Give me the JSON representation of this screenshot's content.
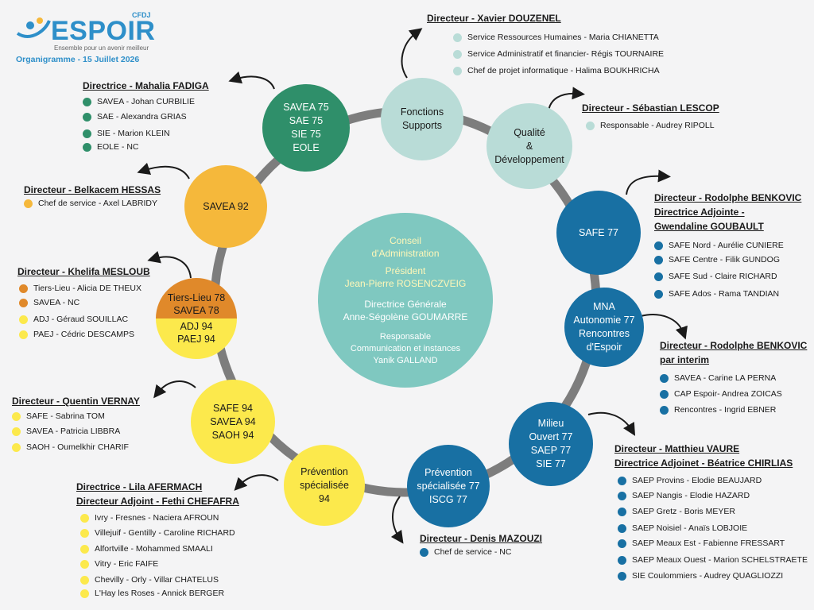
{
  "logo": {
    "cfdj": "CFDJ",
    "word": "ESPOIR",
    "tagline": "Ensemble pour un avenir meilleur"
  },
  "date": "Organigramme - 15 Juillet 2026",
  "center": {
    "line1": "Conseil",
    "line2": "d'Administration",
    "line3": "Président",
    "line4": "Jean-Pierre ROSENCZVEIG",
    "line5": "Directrice Générale",
    "line6": "Anne-Ségolène GOUMARRE",
    "line7": "Responsable",
    "line8": "Communication et  instances",
    "line9": "Yanik GALLAND"
  },
  "circles": {
    "supports": [
      "Fonctions",
      "Supports"
    ],
    "qualite": [
      "Qualité",
      "&",
      "Développement"
    ],
    "safe77": [
      "SAFE 77"
    ],
    "mna": [
      "MNA",
      "Autonomie 77",
      "Rencontres",
      "d'Espoir"
    ],
    "milieu": [
      "Milieu",
      "Ouvert 77",
      "SAEP 77",
      "SIE 77"
    ],
    "prev77": [
      "Prévention",
      "spécialisée 77",
      "ISCG 77"
    ],
    "prev94": [
      "Prévention",
      "spécialisée",
      "94"
    ],
    "safe94": [
      "SAFE 94",
      "SAVEA 94",
      "SAOH 94"
    ],
    "tiers": {
      "top": [
        "Tiers-Lieu 78",
        "SAVEA 78"
      ],
      "bottom": [
        "ADJ 94",
        "PAEJ 94"
      ]
    },
    "savea92": [
      "SAVEA 92"
    ],
    "savea75": [
      "SAVEA 75",
      "SAE 75",
      "SIE 75",
      "EOLE"
    ]
  },
  "groups": {
    "douzenel": {
      "head": "Directeur - Xavier DOUZENEL",
      "items": [
        "Service Ressources Humaines - Maria CHIANETTA",
        "Service Administratif et financier- Régis TOURNAIRE",
        "Chef de projet informatique - Halima BOUKHRICHA"
      ]
    },
    "lescop": {
      "head": "Directeur - Sébastian LESCOP",
      "items": [
        "Responsable - Audrey RIPOLL"
      ]
    },
    "benkovic": {
      "head1": "Directeur - Rodolphe BENKOVIC",
      "head2": "Directrice Adjointe -",
      "head3": "Gwendaline GOUBAULT",
      "items": [
        "SAFE Nord - Aurélie CUNIERE",
        "SAFE Centre - Filik GUNDOG",
        "SAFE Sud - Claire RICHARD",
        "SAFE Ados - Rama TANDIAN"
      ]
    },
    "benkovic2": {
      "head1": "Directeur - Rodolphe BENKOVIC",
      "head2": "par interim",
      "items": [
        "SAVEA - Carine LA PERNA",
        "CAP Espoir- Andrea ZOICAS",
        "Rencontres - Ingrid EBNER"
      ]
    },
    "vaure": {
      "head1": "Directeur - Matthieu VAURE",
      "head2": "Directrice Adjoinet - Béatrice CHIRLIAS",
      "items": [
        "SAEP Provins - Elodie BEAUJARD",
        "SAEP Nangis - Elodie HAZARD",
        "SAEP Gretz - Boris MEYER",
        "SAEP Noisiel - Anaïs LOBJOIE",
        "SAEP Meaux Est - Fabienne FRESSART",
        "SAEP Meaux Ouest - Marion SCHELSTRAETE",
        "SIE Coulommiers - Audrey QUAGLIOZZI"
      ]
    },
    "mazouzi": {
      "head": "Directeur - Denis MAZOUZI",
      "items": [
        "Chef de service - NC"
      ]
    },
    "afermach": {
      "head1": "Directrice  - Lila AFERMACH",
      "head2": "Directeur Adjoint - Fethi CHEFAFRA",
      "items": [
        "Ivry - Fresnes - Naciera AFROUN",
        "Villejuif - Gentilly - Caroline RICHARD",
        "Alfortville - Mohammed SMAALI",
        "Vitry - Eric FAIFE",
        "Chevilly - Orly - Villar CHATELUS",
        "L'Hay les Roses - Annick BERGER"
      ]
    },
    "vernay": {
      "head": "Directeur - Quentin VERNAY",
      "items": [
        "SAFE - Sabrina TOM",
        "SAVEA - Patricia LIBBRA",
        "SAOH - Oumelkhir CHARIF"
      ]
    },
    "mesloub": {
      "head": "Directeur - Khelifa MESLOUB",
      "items": [
        "Tiers-Lieu - Alicia DE THEUX",
        "SAVEA - NC",
        "ADJ - Géraud SOUILLAC",
        "PAEJ - Cédric DESCAMPS"
      ]
    },
    "hessas": {
      "head": "Directeur - Belkacem HESSAS",
      "items": [
        "Chef de service - Axel LABRIDY"
      ]
    },
    "fadiga": {
      "head": "Directrice - Mahalia FADIGA",
      "items": [
        "SAVEA - Johan CURBILIE",
        "SAE - Alexandra GRIAS",
        "SIE - Marion KLEIN",
        "EOLE - NC"
      ]
    }
  },
  "colors": {
    "green": "#2f8f6a",
    "yellow": "#fce94c",
    "orange": "#f5b83b",
    "darkorange": "#e0892a",
    "blue": "#1870a3",
    "teal": "#b9dcd7",
    "center": "#7fc8c0",
    "ring": "#7d7d7d"
  }
}
